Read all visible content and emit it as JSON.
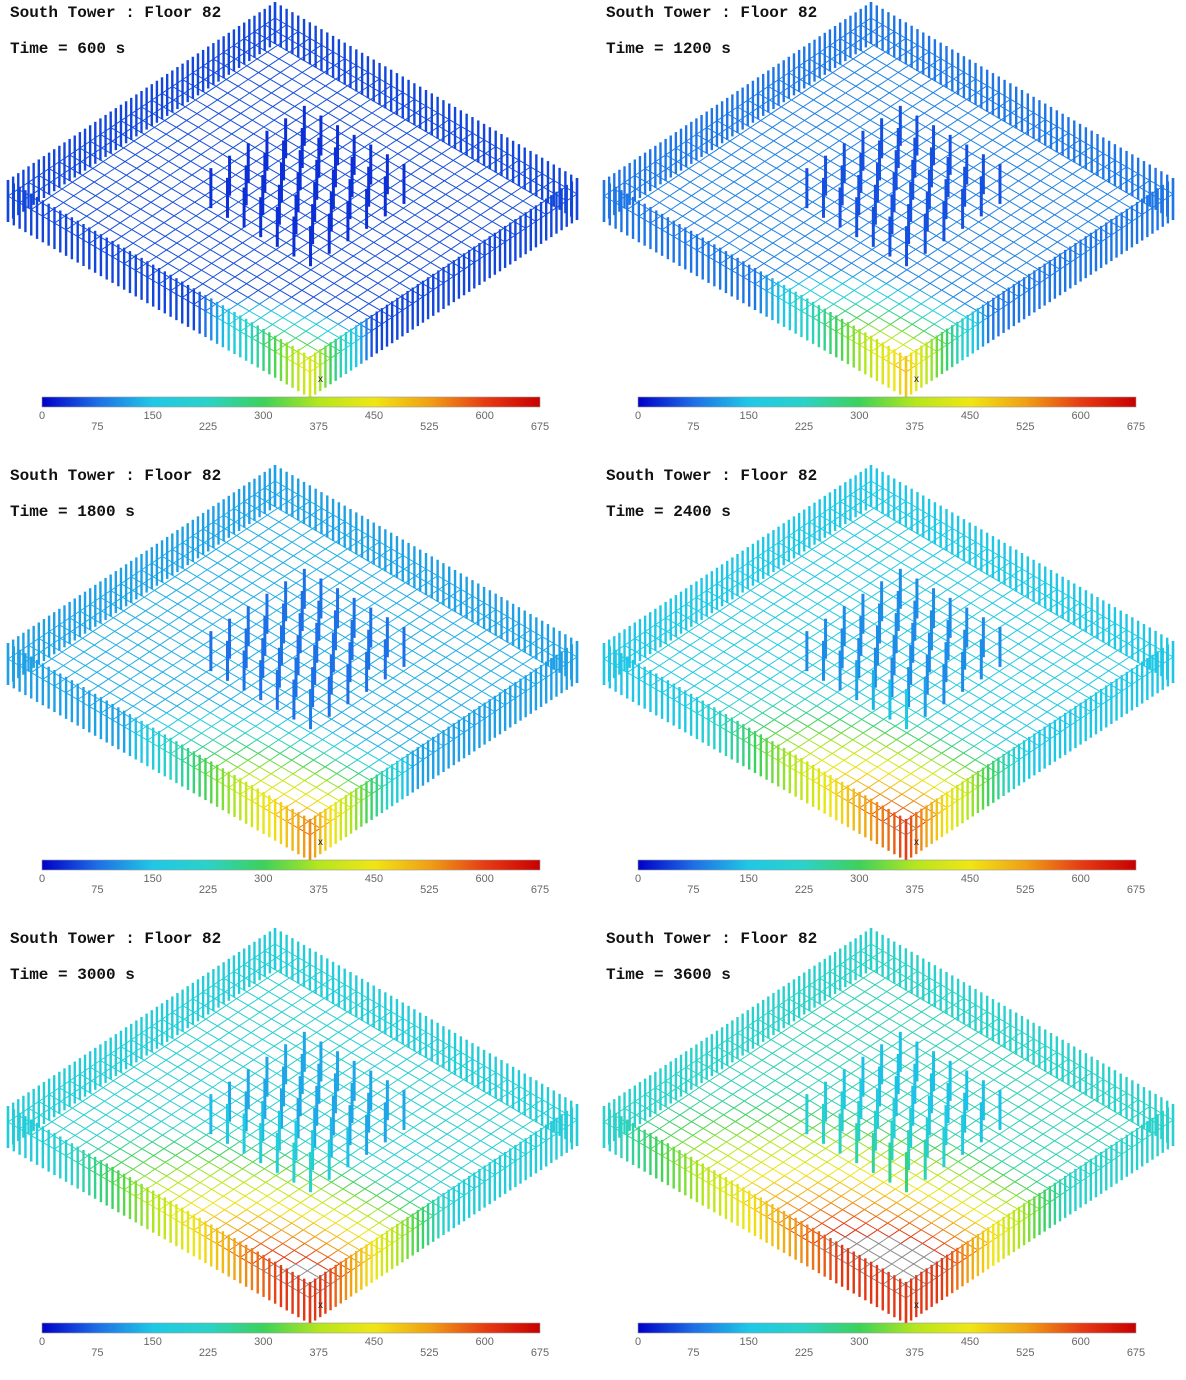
{
  "panels": [
    {
      "title": "South Tower : Floor 82",
      "time_label": "Time =",
      "time_value": "600",
      "time_unit": "s",
      "stage": 0
    },
    {
      "title": "South Tower : Floor 82",
      "time_label": "Time =",
      "time_value": "1200",
      "time_unit": "s",
      "stage": 1
    },
    {
      "title": "South Tower : Floor 82",
      "time_label": "Time =",
      "time_value": "1800",
      "time_unit": "s",
      "stage": 2
    },
    {
      "title": "South Tower : Floor 82",
      "time_label": "Time =",
      "time_value": "2400",
      "time_unit": "s",
      "stage": 3
    },
    {
      "title": "South Tower : Floor 82",
      "time_label": "Time =",
      "time_value": "3000",
      "time_unit": "s",
      "stage": 4
    },
    {
      "title": "South Tower : Floor 82",
      "time_label": "Time =",
      "time_value": "3600",
      "time_unit": "s",
      "stage": 5
    }
  ],
  "colorbar": {
    "ticks": [
      "0",
      "75",
      "150",
      "225",
      "300",
      "375",
      "450",
      "525",
      "600",
      "675"
    ],
    "min": 0,
    "max": 675,
    "colors": [
      "#0000c8",
      "#1e6ee6",
      "#1ec8e6",
      "#2ad2c8",
      "#3cd25a",
      "#b4e61e",
      "#f0e614",
      "#f0a014",
      "#e63c14",
      "#c80000"
    ]
  },
  "axis_label": "x",
  "colors": {
    "cold": "#1e50b4",
    "floor_grid": "#5ac8e6",
    "hot_grey": "#8c8c8c"
  }
}
